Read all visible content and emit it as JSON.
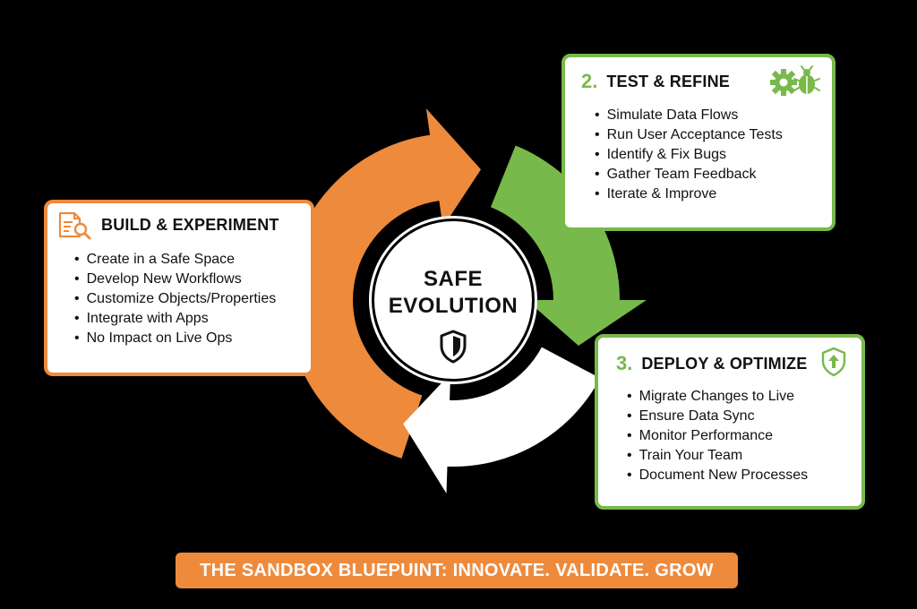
{
  "center": {
    "line1": "SAFE",
    "line2": "EVOLUTION",
    "icon": "shield-icon"
  },
  "stages": {
    "build": {
      "number": "",
      "title": "BUILD & EXPERIMENT",
      "icon": "document-search-icon",
      "items": [
        "Create in a Safe Space",
        "Develop New Workflows",
        "Customize Objects/Properties",
        "Integrate with Apps",
        "No Impact on Live Ops"
      ]
    },
    "test": {
      "number": "2.",
      "title": "TEST & REFINE",
      "icon": "gear-bug-icon",
      "items": [
        "Simulate Data Flows",
        "Run User Acceptance Tests",
        "Identify & Fix Bugs",
        "Gather Team Feedback",
        "Iterate & Improve"
      ]
    },
    "deploy": {
      "number": "3.",
      "title": "DEPLOY & OPTIMIZE",
      "icon": "shield-arrow-up-icon",
      "items": [
        "Migrate Changes to Live",
        "Ensure Data Sync",
        "Monitor Performance",
        "Train Your Team",
        "Document New Processes"
      ]
    }
  },
  "banner": {
    "text": "THE SANDBOX BLUEPUINT: INNOVATE. VALIDATE. GROW"
  },
  "colors": {
    "orange": "#ee8a3c",
    "green": "#78b94b",
    "white": "#ffffff",
    "background": "#000000"
  }
}
